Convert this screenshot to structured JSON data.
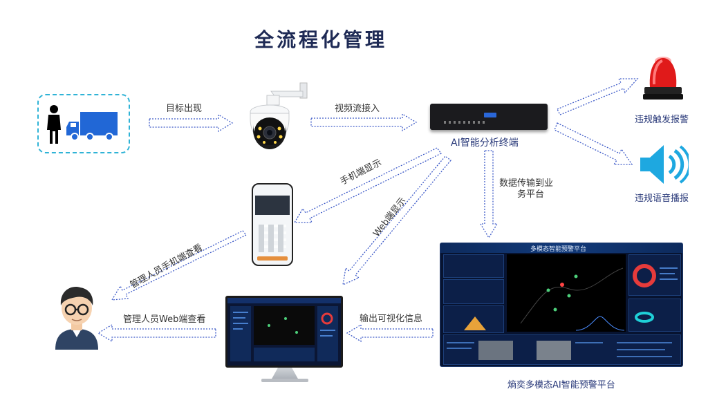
{
  "title": "全流程化管理",
  "edges": {
    "target_appear": "目标出现",
    "stream_access": "视频流接入",
    "mobile_display": "手机端显示",
    "web_display": "Web端显示",
    "data_transfer_line1": "数据传输到业",
    "data_transfer_line2": "务平台",
    "manager_mobile_view": "管理人员手机端查看",
    "manager_web_view": "管理人员Web端查看",
    "output_visual": "输出可视化信息"
  },
  "nodes": {
    "ai_terminal": "AI智能分析终端",
    "violation_alarm": "违规触发报警",
    "violation_voice": "违规语音播报",
    "platform": "熵奕多模态AI智能预警平台",
    "dashboard_title": "多模态智能预警平台"
  },
  "icons": {
    "person": "person-icon",
    "truck": "truck-icon",
    "camera": "ptz-camera-icon",
    "nvr": "nvr-device-icon",
    "phone": "smartphone-icon",
    "monitor": "monitor-icon",
    "avatar": "manager-avatar-icon",
    "siren": "red-siren-icon",
    "speaker": "speaker-icon"
  },
  "colors": {
    "title": "#1e2a55",
    "arrow": "#3d5ac8",
    "box_border": "#2fb3d6",
    "truck": "#2167d6",
    "siren": "#e01a1a",
    "speaker": "#1ea8e0"
  }
}
